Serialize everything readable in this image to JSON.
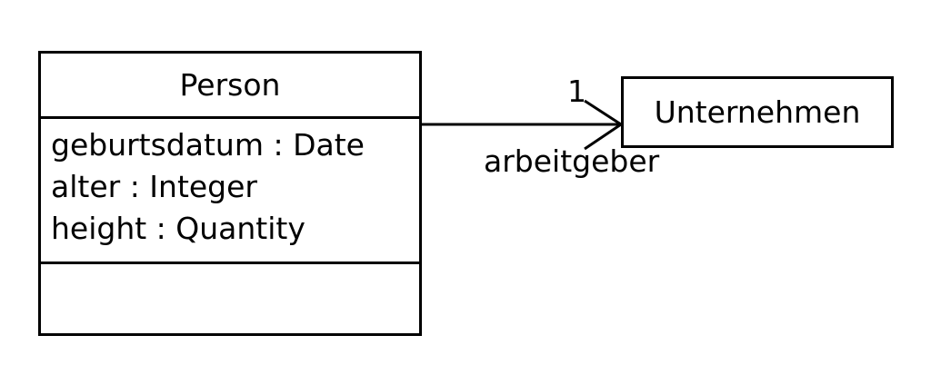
{
  "diagram": {
    "type": "uml-class-diagram",
    "background_color": "#ffffff",
    "stroke_color": "#000000"
  },
  "classes": [
    {
      "id": "person",
      "name": "Person",
      "attributes": [
        "geburtsdatum : Date",
        "alter : Integer",
        "height : Quantity"
      ],
      "operations": []
    },
    {
      "id": "unternehmen",
      "name": "Unternehmen",
      "attributes": [],
      "operations": []
    }
  ],
  "association": {
    "source": "Person",
    "target": "Unternehmen",
    "role_label": "arbeitgeber",
    "target_multiplicity": "1",
    "arrow": "open-directed"
  }
}
